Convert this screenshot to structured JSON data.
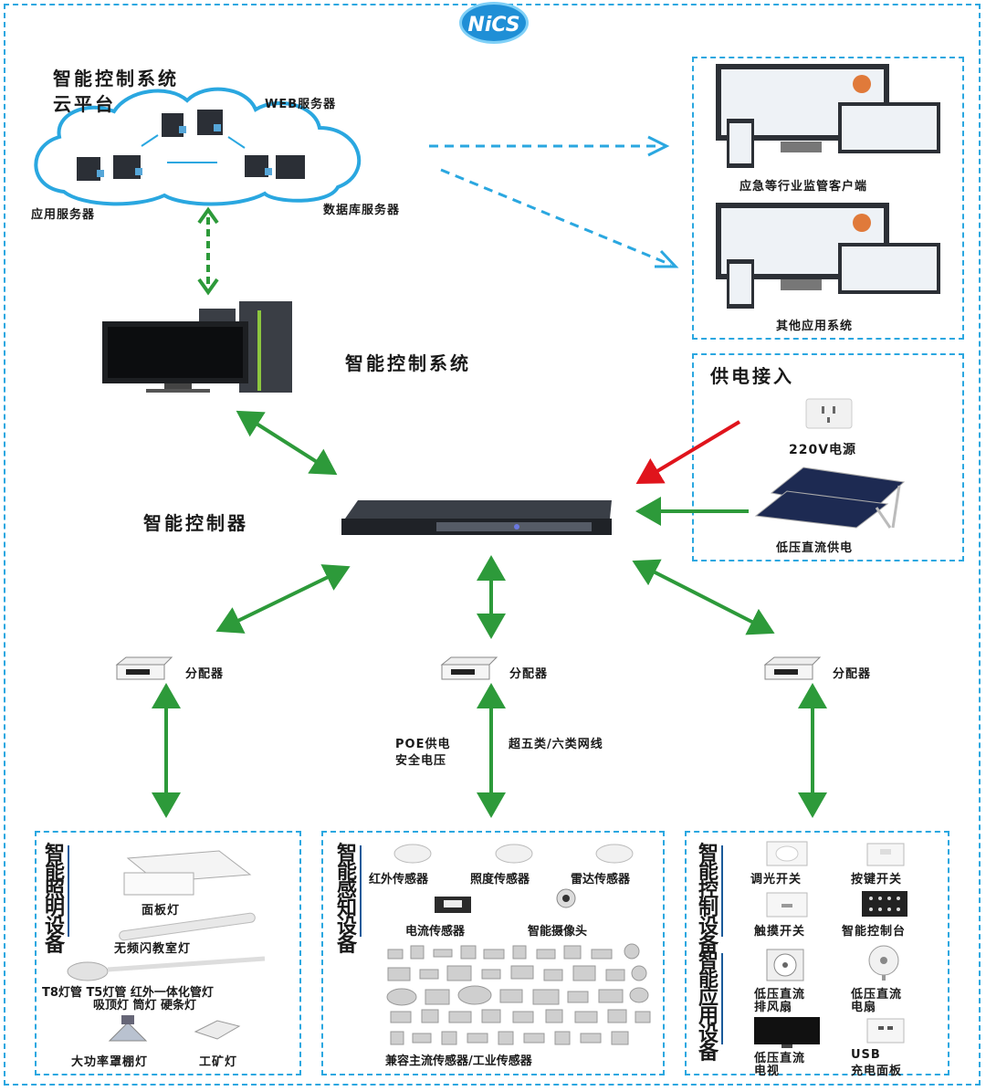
{
  "logo": "NiCS",
  "cloud": {
    "title_line1": "智能控制系统",
    "title_line2": "云平台",
    "web_server": "WEB服务器",
    "app_server": "应用服务器",
    "db_server": "数据库服务器"
  },
  "clients": {
    "emergency": "应急等行业监管客户端",
    "other": "其他应用系统"
  },
  "control_system": "智能控制系统",
  "controller": "智能控制器",
  "power": {
    "title": "供电接入",
    "ac": "220V电源",
    "dc": "低压直流供电"
  },
  "distributors": [
    "分配器",
    "分配器",
    "分配器"
  ],
  "cable": {
    "poe_line1": "POE供电",
    "poe_line2": "安全电压",
    "network": "超五类/六类网线"
  },
  "lighting": {
    "title": "智能照明设备",
    "items": [
      "面板灯",
      "无频闪教室灯",
      "T8灯管 T5灯管 红外一体化管灯",
      "吸顶灯 筒灯 硬条灯",
      "大功率罩棚灯",
      "工矿灯"
    ]
  },
  "sensing": {
    "title": "智能感知设备",
    "items": [
      "红外传感器",
      "照度传感器",
      "雷达传感器",
      "电流传感器",
      "智能摄像头",
      "兼容主流传感器/工业传感器"
    ]
  },
  "control_devices": {
    "title": "智能控制设备",
    "items": [
      "调光开关",
      "按键开关",
      "触摸开关",
      "智能控制台"
    ]
  },
  "application_devices": {
    "title": "智能应用设备",
    "items": [
      "低压直流",
      "排风扇",
      "低压直流",
      "电扇",
      "低压直流",
      "电视",
      "USB",
      "充电面板"
    ]
  }
}
